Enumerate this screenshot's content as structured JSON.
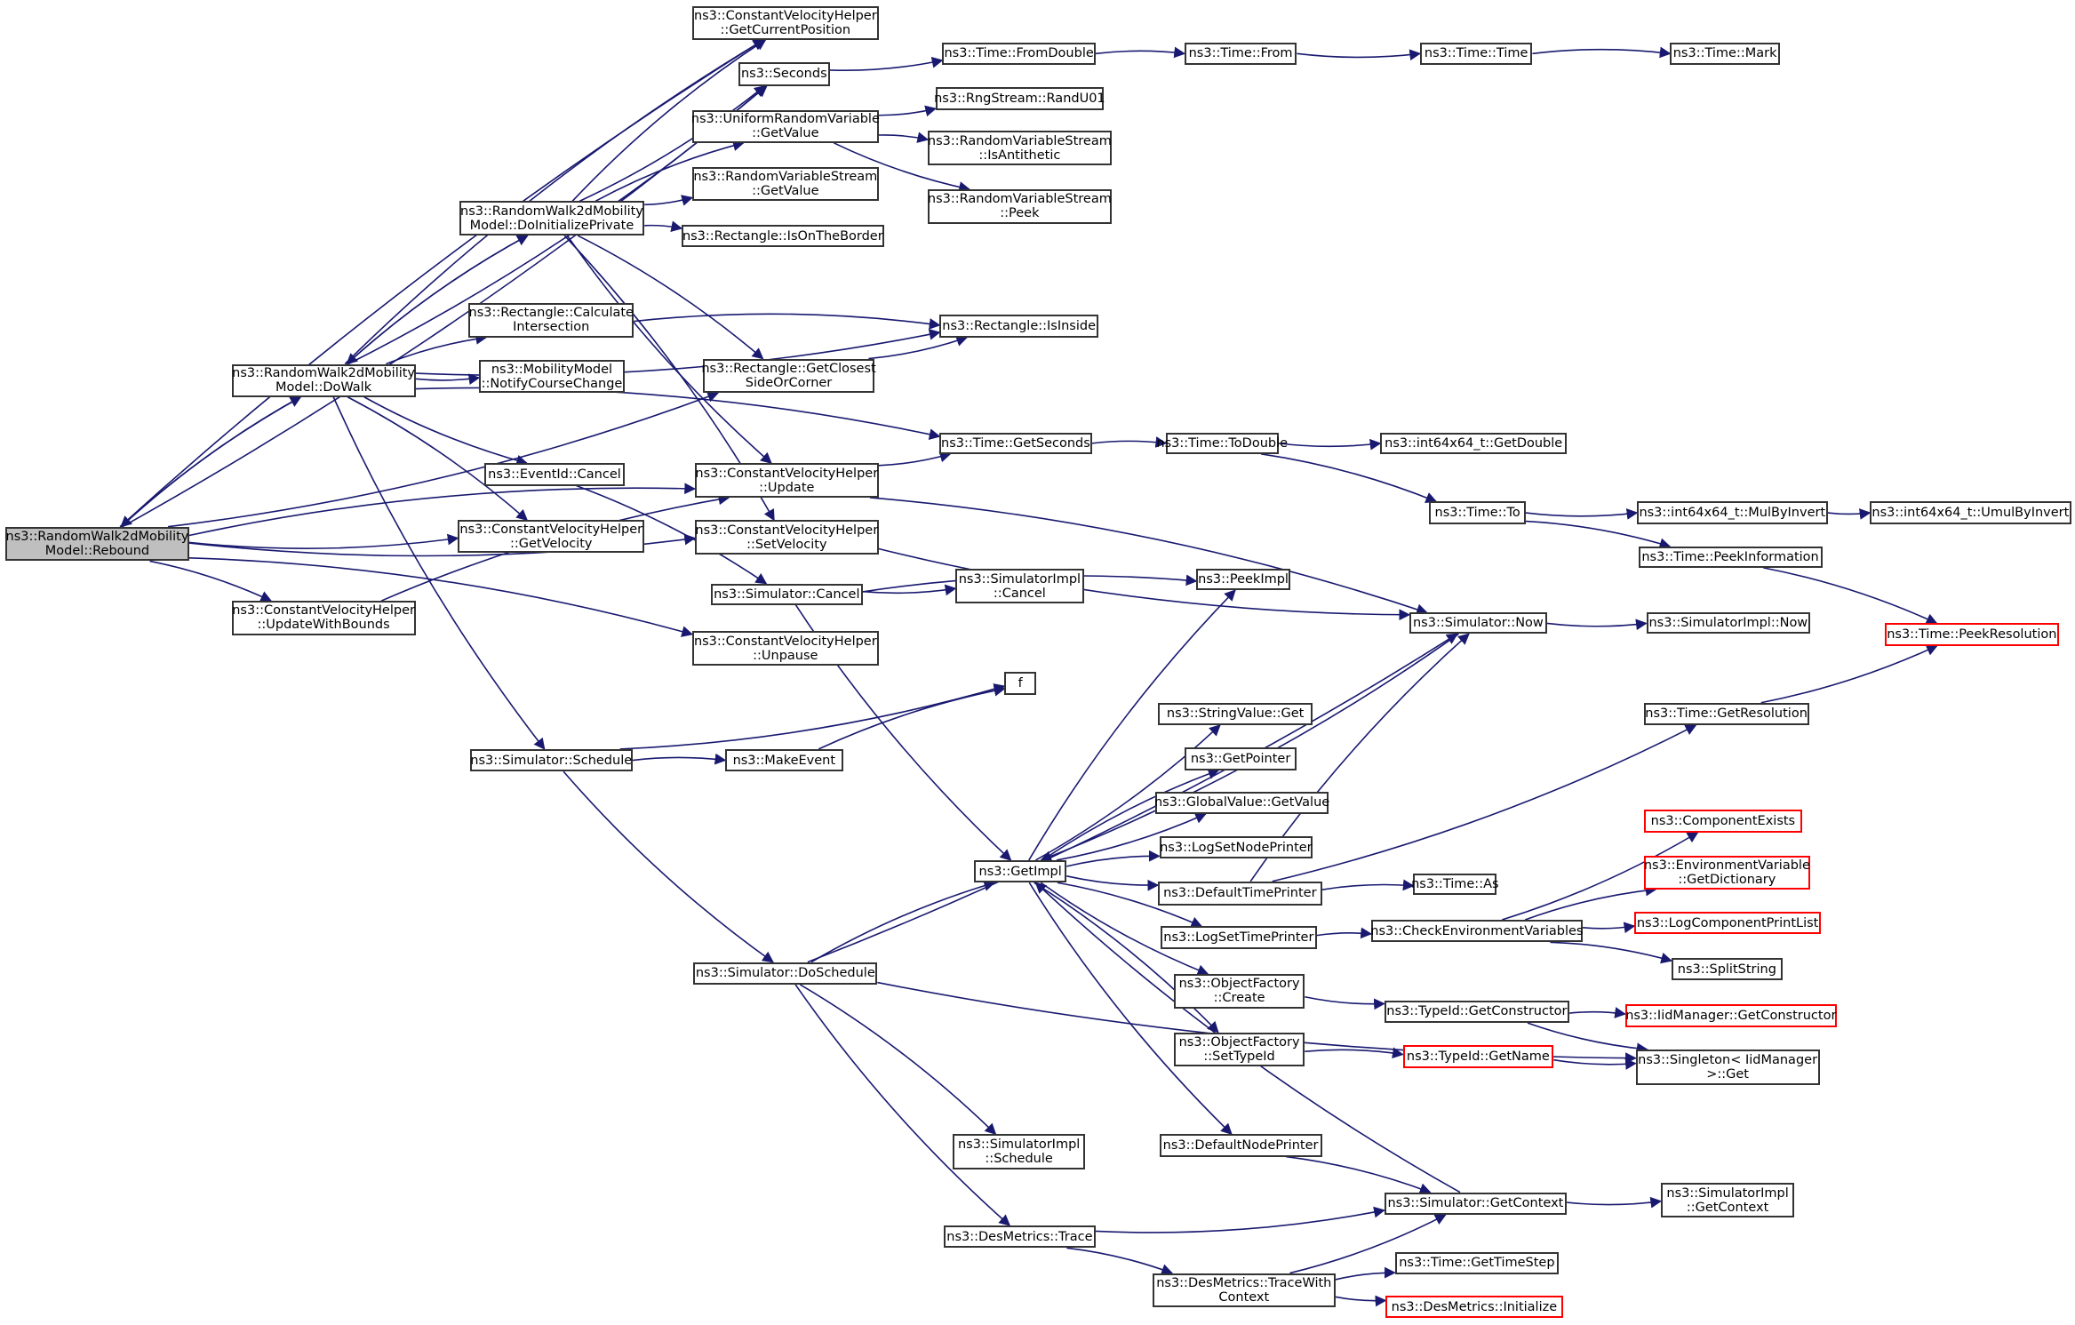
{
  "diagram": {
    "type": "call-graph",
    "edge_color": "#191970",
    "root_fill": "#bfbfbf",
    "external_border": "#ff0000",
    "nodes": [
      {
        "id": "rebound",
        "label": "ns3::RandomWalk2dMobility\nModel::Rebound",
        "root": true
      },
      {
        "id": "dowalk",
        "label": "ns3::RandomWalk2dMobility\nModel::DoWalk"
      },
      {
        "id": "doinit",
        "label": "ns3::RandomWalk2dMobility\nModel::DoInitializePrivate"
      },
      {
        "id": "getcurpos",
        "label": "ns3::ConstantVelocityHelper\n::GetCurrentPosition"
      },
      {
        "id": "seconds",
        "label": "ns3::Seconds"
      },
      {
        "id": "fromdouble",
        "label": "ns3::Time::FromDouble"
      },
      {
        "id": "timefrom",
        "label": "ns3::Time::From"
      },
      {
        "id": "timetime",
        "label": "ns3::Time::Time"
      },
      {
        "id": "timemark",
        "label": "ns3::Time::Mark"
      },
      {
        "id": "urvgetvalue",
        "label": "ns3::UniformRandomVariable\n::GetValue"
      },
      {
        "id": "randu01",
        "label": "ns3::RngStream::RandU01"
      },
      {
        "id": "isanti",
        "label": "ns3::RandomVariableStream\n::IsAntithetic"
      },
      {
        "id": "rvsgetvalue",
        "label": "ns3::RandomVariableStream\n::GetValue"
      },
      {
        "id": "rvspeek",
        "label": "ns3::RandomVariableStream\n::Peek"
      },
      {
        "id": "isontheborder",
        "label": "ns3::Rectangle::IsOnTheBorder"
      },
      {
        "id": "calcinter",
        "label": "ns3::Rectangle::Calculate\nIntersection"
      },
      {
        "id": "isinside",
        "label": "ns3::Rectangle::IsInside"
      },
      {
        "id": "notify",
        "label": "ns3::MobilityModel\n::NotifyCourseChange"
      },
      {
        "id": "closest",
        "label": "ns3::Rectangle::GetClosest\nSideOrCorner"
      },
      {
        "id": "getseconds",
        "label": "ns3::Time::GetSeconds"
      },
      {
        "id": "todouble",
        "label": "ns3::Time::ToDouble"
      },
      {
        "id": "getdouble",
        "label": "ns3::int64x64_t::GetDouble"
      },
      {
        "id": "eventcancel",
        "label": "ns3::EventId::Cancel"
      },
      {
        "id": "cvhupdate",
        "label": "ns3::ConstantVelocityHelper\n::Update"
      },
      {
        "id": "getvel",
        "label": "ns3::ConstantVelocityHelper\n::GetVelocity"
      },
      {
        "id": "setvel",
        "label": "ns3::ConstantVelocityHelper\n::SetVelocity"
      },
      {
        "id": "timeto",
        "label": "ns3::Time::To"
      },
      {
        "id": "mulbyinv",
        "label": "ns3::int64x64_t::MulByInvert"
      },
      {
        "id": "umulbyinv",
        "label": "ns3::int64x64_t::UmulByInvert"
      },
      {
        "id": "peekinfo",
        "label": "ns3::Time::PeekInformation"
      },
      {
        "id": "simcancel",
        "label": "ns3::Simulator::Cancel"
      },
      {
        "id": "simimplcancel",
        "label": "ns3::SimulatorImpl\n::Cancel"
      },
      {
        "id": "peekimpl",
        "label": "ns3::PeekImpl"
      },
      {
        "id": "updbounds",
        "label": "ns3::ConstantVelocityHelper\n::UpdateWithBounds"
      },
      {
        "id": "simnow",
        "label": "ns3::Simulator::Now"
      },
      {
        "id": "simimplnow",
        "label": "ns3::SimulatorImpl::Now"
      },
      {
        "id": "peekres",
        "label": "ns3::Time::PeekResolution",
        "external": true
      },
      {
        "id": "unpause",
        "label": "ns3::ConstantVelocityHelper\n::Unpause"
      },
      {
        "id": "f",
        "label": "f"
      },
      {
        "id": "strget",
        "label": "ns3::StringValue::Get"
      },
      {
        "id": "getres",
        "label": "ns3::Time::GetResolution"
      },
      {
        "id": "schedule",
        "label": "ns3::Simulator::Schedule"
      },
      {
        "id": "makeevent",
        "label": "ns3::MakeEvent"
      },
      {
        "id": "getpointer",
        "label": "ns3::GetPointer"
      },
      {
        "id": "gvgetvalue",
        "label": "ns3::GlobalValue::GetValue"
      },
      {
        "id": "compexists",
        "label": "ns3::ComponentExists",
        "external": true
      },
      {
        "id": "envdict",
        "label": "ns3::EnvironmentVariable\n::GetDictionary",
        "external": true
      },
      {
        "id": "lognodeprinter",
        "label": "ns3::LogSetNodePrinter"
      },
      {
        "id": "getimpl",
        "label": "ns3::GetImpl"
      },
      {
        "id": "deftimeprinter",
        "label": "ns3::DefaultTimePrinter"
      },
      {
        "id": "timeas",
        "label": "ns3::Time::As"
      },
      {
        "id": "checkenv",
        "label": "ns3::CheckEnvironmentVariables"
      },
      {
        "id": "logcompprint",
        "label": "ns3::LogComponentPrintList",
        "external": true
      },
      {
        "id": "logtimeprinter",
        "label": "ns3::LogSetTimePrinter"
      },
      {
        "id": "splitstring",
        "label": "ns3::SplitString"
      },
      {
        "id": "ofcreate",
        "label": "ns3::ObjectFactory\n::Create"
      },
      {
        "id": "doschedule",
        "label": "ns3::Simulator::DoSchedule"
      },
      {
        "id": "tidgetctor",
        "label": "ns3::TypeId::GetConstructor"
      },
      {
        "id": "iidgetctor",
        "label": "ns3::IidManager::GetConstructor",
        "external": true
      },
      {
        "id": "ofsettypeid",
        "label": "ns3::ObjectFactory\n::SetTypeId"
      },
      {
        "id": "tidgetname",
        "label": "ns3::TypeId::GetName",
        "external": true
      },
      {
        "id": "singleton",
        "label": "ns3::Singleton< IidManager\n>::Get"
      },
      {
        "id": "defnodeprinter",
        "label": "ns3::DefaultNodePrinter"
      },
      {
        "id": "simimplschedule",
        "label": "ns3::SimulatorImpl\n::Schedule"
      },
      {
        "id": "simgetctx",
        "label": "ns3::Simulator::GetContext"
      },
      {
        "id": "simimplgetctx",
        "label": "ns3::SimulatorImpl\n::GetContext"
      },
      {
        "id": "dmtrace",
        "label": "ns3::DesMetrics::Trace"
      },
      {
        "id": "gettimestep",
        "label": "ns3::Time::GetTimeStep"
      },
      {
        "id": "tracewithctx",
        "label": "ns3::DesMetrics::TraceWith\nContext"
      },
      {
        "id": "dminit",
        "label": "ns3::DesMetrics::Initialize",
        "external": true
      }
    ],
    "edges": [
      [
        "rebound",
        "getcurpos"
      ],
      [
        "rebound",
        "seconds"
      ],
      [
        "rebound",
        "dowalk"
      ],
      [
        "rebound",
        "getvel"
      ],
      [
        "rebound",
        "updbounds"
      ],
      [
        "rebound",
        "closest"
      ],
      [
        "rebound",
        "cvhupdate"
      ],
      [
        "rebound",
        "setvel"
      ],
      [
        "rebound",
        "unpause"
      ],
      [
        "dowalk",
        "rebound"
      ],
      [
        "dowalk",
        "getcurpos"
      ],
      [
        "dowalk",
        "seconds"
      ],
      [
        "dowalk",
        "doinit"
      ],
      [
        "dowalk",
        "isinside"
      ],
      [
        "dowalk",
        "calcinter"
      ],
      [
        "dowalk",
        "notify"
      ],
      [
        "dowalk",
        "getseconds"
      ],
      [
        "dowalk",
        "eventcancel"
      ],
      [
        "dowalk",
        "getvel"
      ],
      [
        "dowalk",
        "schedule"
      ],
      [
        "doinit",
        "getcurpos"
      ],
      [
        "doinit",
        "seconds"
      ],
      [
        "doinit",
        "urvgetvalue"
      ],
      [
        "doinit",
        "rvsgetvalue"
      ],
      [
        "doinit",
        "isontheborder"
      ],
      [
        "doinit",
        "dowalk"
      ],
      [
        "doinit",
        "closest"
      ],
      [
        "doinit",
        "cvhupdate"
      ],
      [
        "doinit",
        "setvel"
      ],
      [
        "seconds",
        "fromdouble"
      ],
      [
        "fromdouble",
        "timefrom"
      ],
      [
        "timefrom",
        "timetime"
      ],
      [
        "timetime",
        "timemark"
      ],
      [
        "urvgetvalue",
        "randu01"
      ],
      [
        "urvgetvalue",
        "isanti"
      ],
      [
        "urvgetvalue",
        "rvspeek"
      ],
      [
        "calcinter",
        "isinside"
      ],
      [
        "closest",
        "isinside"
      ],
      [
        "getseconds",
        "todouble"
      ],
      [
        "todouble",
        "getdouble"
      ],
      [
        "todouble",
        "timeto"
      ],
      [
        "timeto",
        "mulbyinv"
      ],
      [
        "timeto",
        "peekinfo"
      ],
      [
        "mulbyinv",
        "umulbyinv"
      ],
      [
        "peekinfo",
        "peekres"
      ],
      [
        "cvhupdate",
        "getseconds"
      ],
      [
        "cvhupdate",
        "simnow"
      ],
      [
        "setvel",
        "simnow"
      ],
      [
        "eventcancel",
        "simcancel"
      ],
      [
        "simcancel",
        "simimplcancel"
      ],
      [
        "simcancel",
        "peekimpl"
      ],
      [
        "simcancel",
        "getimpl"
      ],
      [
        "updbounds",
        "cvhupdate"
      ],
      [
        "simnow",
        "simimplnow"
      ],
      [
        "simnow",
        "getimpl"
      ],
      [
        "schedule",
        "f"
      ],
      [
        "schedule",
        "makeevent"
      ],
      [
        "schedule",
        "doschedule"
      ],
      [
        "makeevent",
        "f"
      ],
      [
        "doschedule",
        "simnow"
      ],
      [
        "doschedule",
        "getimpl"
      ],
      [
        "doschedule",
        "singleton"
      ],
      [
        "doschedule",
        "simimplschedule"
      ],
      [
        "doschedule",
        "dmtrace"
      ],
      [
        "getimpl",
        "peekimpl"
      ],
      [
        "getimpl",
        "strget"
      ],
      [
        "getimpl",
        "getpointer"
      ],
      [
        "getimpl",
        "gvgetvalue"
      ],
      [
        "getimpl",
        "lognodeprinter"
      ],
      [
        "getimpl",
        "deftimeprinter"
      ],
      [
        "getimpl",
        "logtimeprinter"
      ],
      [
        "getimpl",
        "ofcreate"
      ],
      [
        "getimpl",
        "ofsettypeid"
      ],
      [
        "getimpl",
        "defnodeprinter"
      ],
      [
        "deftimeprinter",
        "simnow"
      ],
      [
        "deftimeprinter",
        "getres"
      ],
      [
        "deftimeprinter",
        "timeas"
      ],
      [
        "getres",
        "peekres"
      ],
      [
        "logtimeprinter",
        "checkenv"
      ],
      [
        "checkenv",
        "compexists"
      ],
      [
        "checkenv",
        "envdict"
      ],
      [
        "checkenv",
        "logcompprint"
      ],
      [
        "checkenv",
        "splitstring"
      ],
      [
        "ofcreate",
        "tidgetctor"
      ],
      [
        "tidgetctor",
        "iidgetctor"
      ],
      [
        "tidgetctor",
        "singleton"
      ],
      [
        "ofsettypeid",
        "tidgetname"
      ],
      [
        "tidgetname",
        "singleton"
      ],
      [
        "defnodeprinter",
        "simgetctx"
      ],
      [
        "simgetctx",
        "simimplgetctx"
      ],
      [
        "simgetctx",
        "getimpl"
      ],
      [
        "dmtrace",
        "simgetctx"
      ],
      [
        "dmtrace",
        "tracewithctx"
      ],
      [
        "tracewithctx",
        "simgetctx"
      ],
      [
        "tracewithctx",
        "gettimestep"
      ],
      [
        "tracewithctx",
        "dminit"
      ]
    ]
  }
}
